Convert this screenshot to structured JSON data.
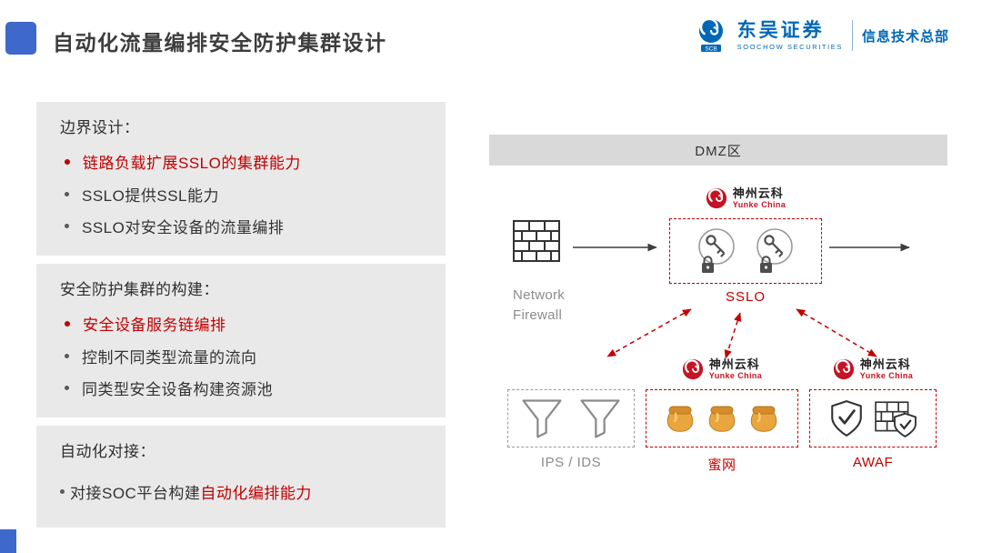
{
  "colors": {
    "brand_blue": "#0067b6",
    "accent_blue": "#3e68cc",
    "highlight_red": "#c00000",
    "vendor_red": "#c41425",
    "panel_gray": "#e9e9e9"
  },
  "header": {
    "title": "自动化流量编排安全防护集群设计",
    "brand": {
      "name": "东吴证券",
      "subtitle": "SOOCHOW SECURITIES",
      "department": "信息技术总部",
      "logo_text": "SCB"
    }
  },
  "panels": [
    {
      "heading": "边界设计：",
      "items": [
        {
          "text": "链路负载扩展SSLO的集群能力",
          "highlight": true
        },
        {
          "text": "SSLO提供SSL能力",
          "highlight": false
        },
        {
          "text": "SSLO对安全设备的流量编排",
          "highlight": false
        }
      ]
    },
    {
      "heading": "安全防护集群的构建：",
      "items": [
        {
          "text": "安全设备服务链编排",
          "highlight": true
        },
        {
          "text": "控制不同类型流量的流向",
          "highlight": false
        },
        {
          "text": "同类型安全设备构建资源池",
          "highlight": false
        }
      ]
    },
    {
      "heading": "自动化对接：",
      "items": [
        {
          "prefix": "对接SOC平台构建",
          "highlight_text": "自动化编排能力"
        }
      ]
    }
  ],
  "diagram": {
    "zone_label": "DMZ区",
    "firewall_label_line1": "Network",
    "firewall_label_line2": "Firewall",
    "sslo_label": "SSLO",
    "vendor": {
      "name": "神州云科",
      "sub": "Yunke China"
    },
    "nodes": [
      {
        "label": "IPS / IDS"
      },
      {
        "label": "蜜网"
      },
      {
        "label": "AWAF"
      }
    ]
  }
}
